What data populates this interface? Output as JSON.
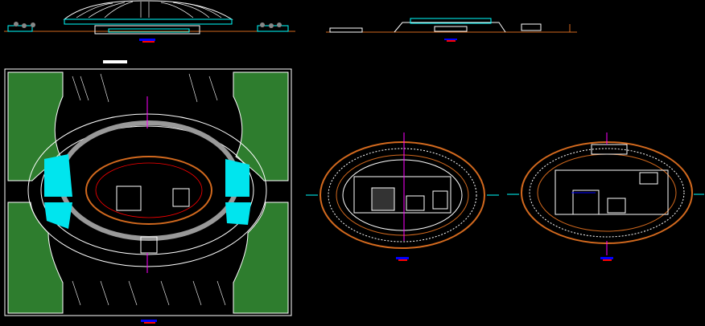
{
  "drawing": {
    "background": "#000000",
    "colors": {
      "line": "#ffffff",
      "accent_orange": "#d2691e",
      "cyan": "#00ffff",
      "green": "#2e8b2e",
      "magenta": "#ff00ff",
      "blue": "#0000ff",
      "red": "#ff0000"
    },
    "views": [
      "front-elevation",
      "side-elevation",
      "site-plan",
      "ground-floor-plan",
      "upper-floor-plan"
    ]
  }
}
